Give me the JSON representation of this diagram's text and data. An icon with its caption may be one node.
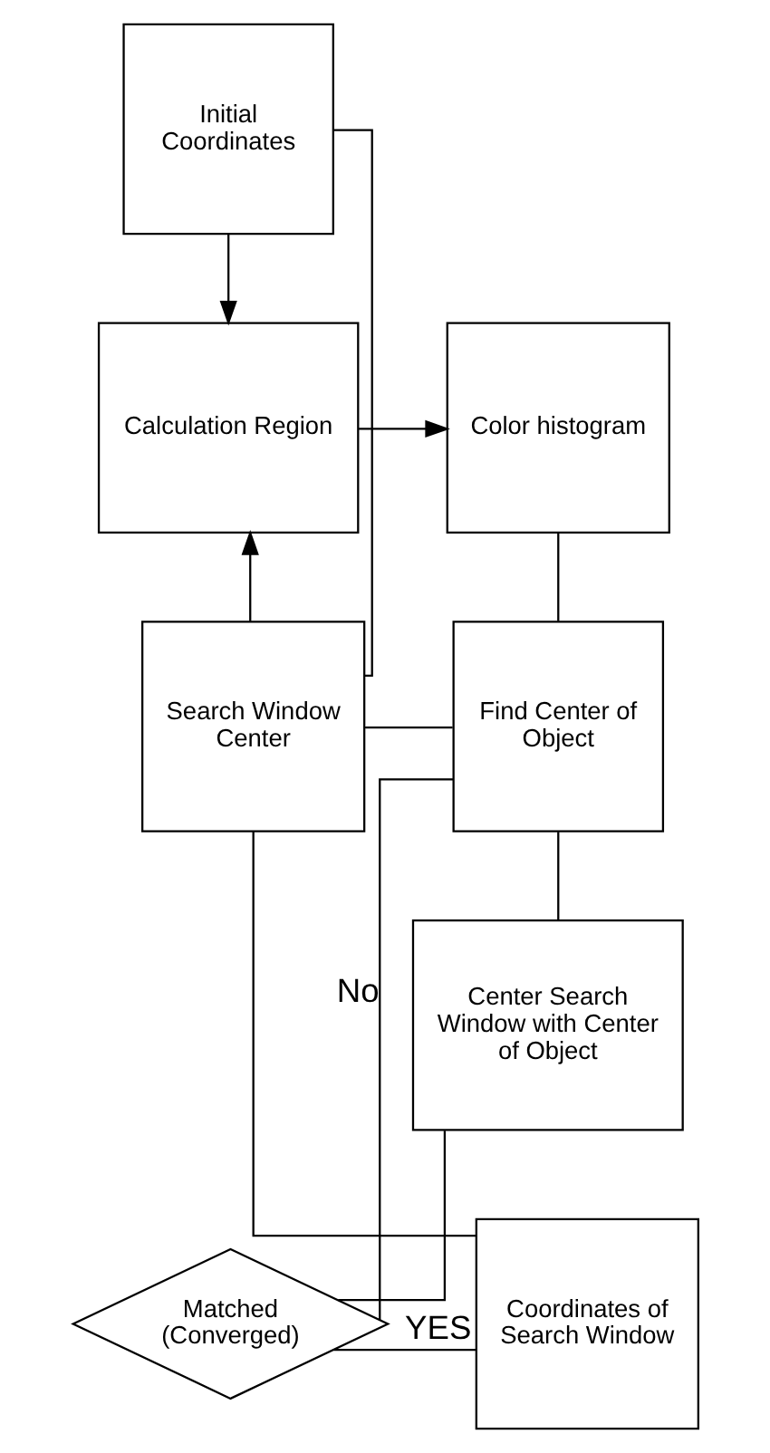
{
  "diagram": {
    "nodes": [
      {
        "text": [
          "Initial Coordinates"
        ]
      },
      {
        "text": [
          "Calculation Region"
        ]
      },
      {
        "text": [
          "Color histogram"
        ]
      },
      {
        "text": [
          "Search Window Center"
        ]
      },
      {
        "text": [
          "Find Center of Object"
        ]
      },
      {
        "text": [
          "Center Search Window with Center of Object"
        ]
      },
      {
        "text": [
          "Coordinates of Search Window"
        ]
      },
      {
        "text": [
          "Matched (Converged)"
        ]
      }
    ],
    "edges": [
      {
        "from": 0,
        "to": 1,
        "arrow": "to"
      },
      {
        "from": 1,
        "to": 2,
        "arrow": "to"
      },
      {
        "from": 3,
        "to": 1,
        "arrow": "to"
      },
      {
        "from": 0,
        "to": 3,
        "arrow": "none"
      },
      {
        "from": 2,
        "to": 4,
        "arrow": "none"
      },
      {
        "from": 3,
        "to": 4,
        "arrow": "none"
      },
      {
        "from": 4,
        "to": 5,
        "arrow": "none"
      },
      {
        "from": 5,
        "to": 7,
        "arrow": "none"
      },
      {
        "from": 7,
        "to": 6,
        "label": "YES",
        "arrow": "none"
      },
      {
        "from": 7,
        "to": 4,
        "label": "No",
        "arrow": "none"
      },
      {
        "from": 3,
        "to": 6,
        "arrow": "none"
      }
    ]
  }
}
